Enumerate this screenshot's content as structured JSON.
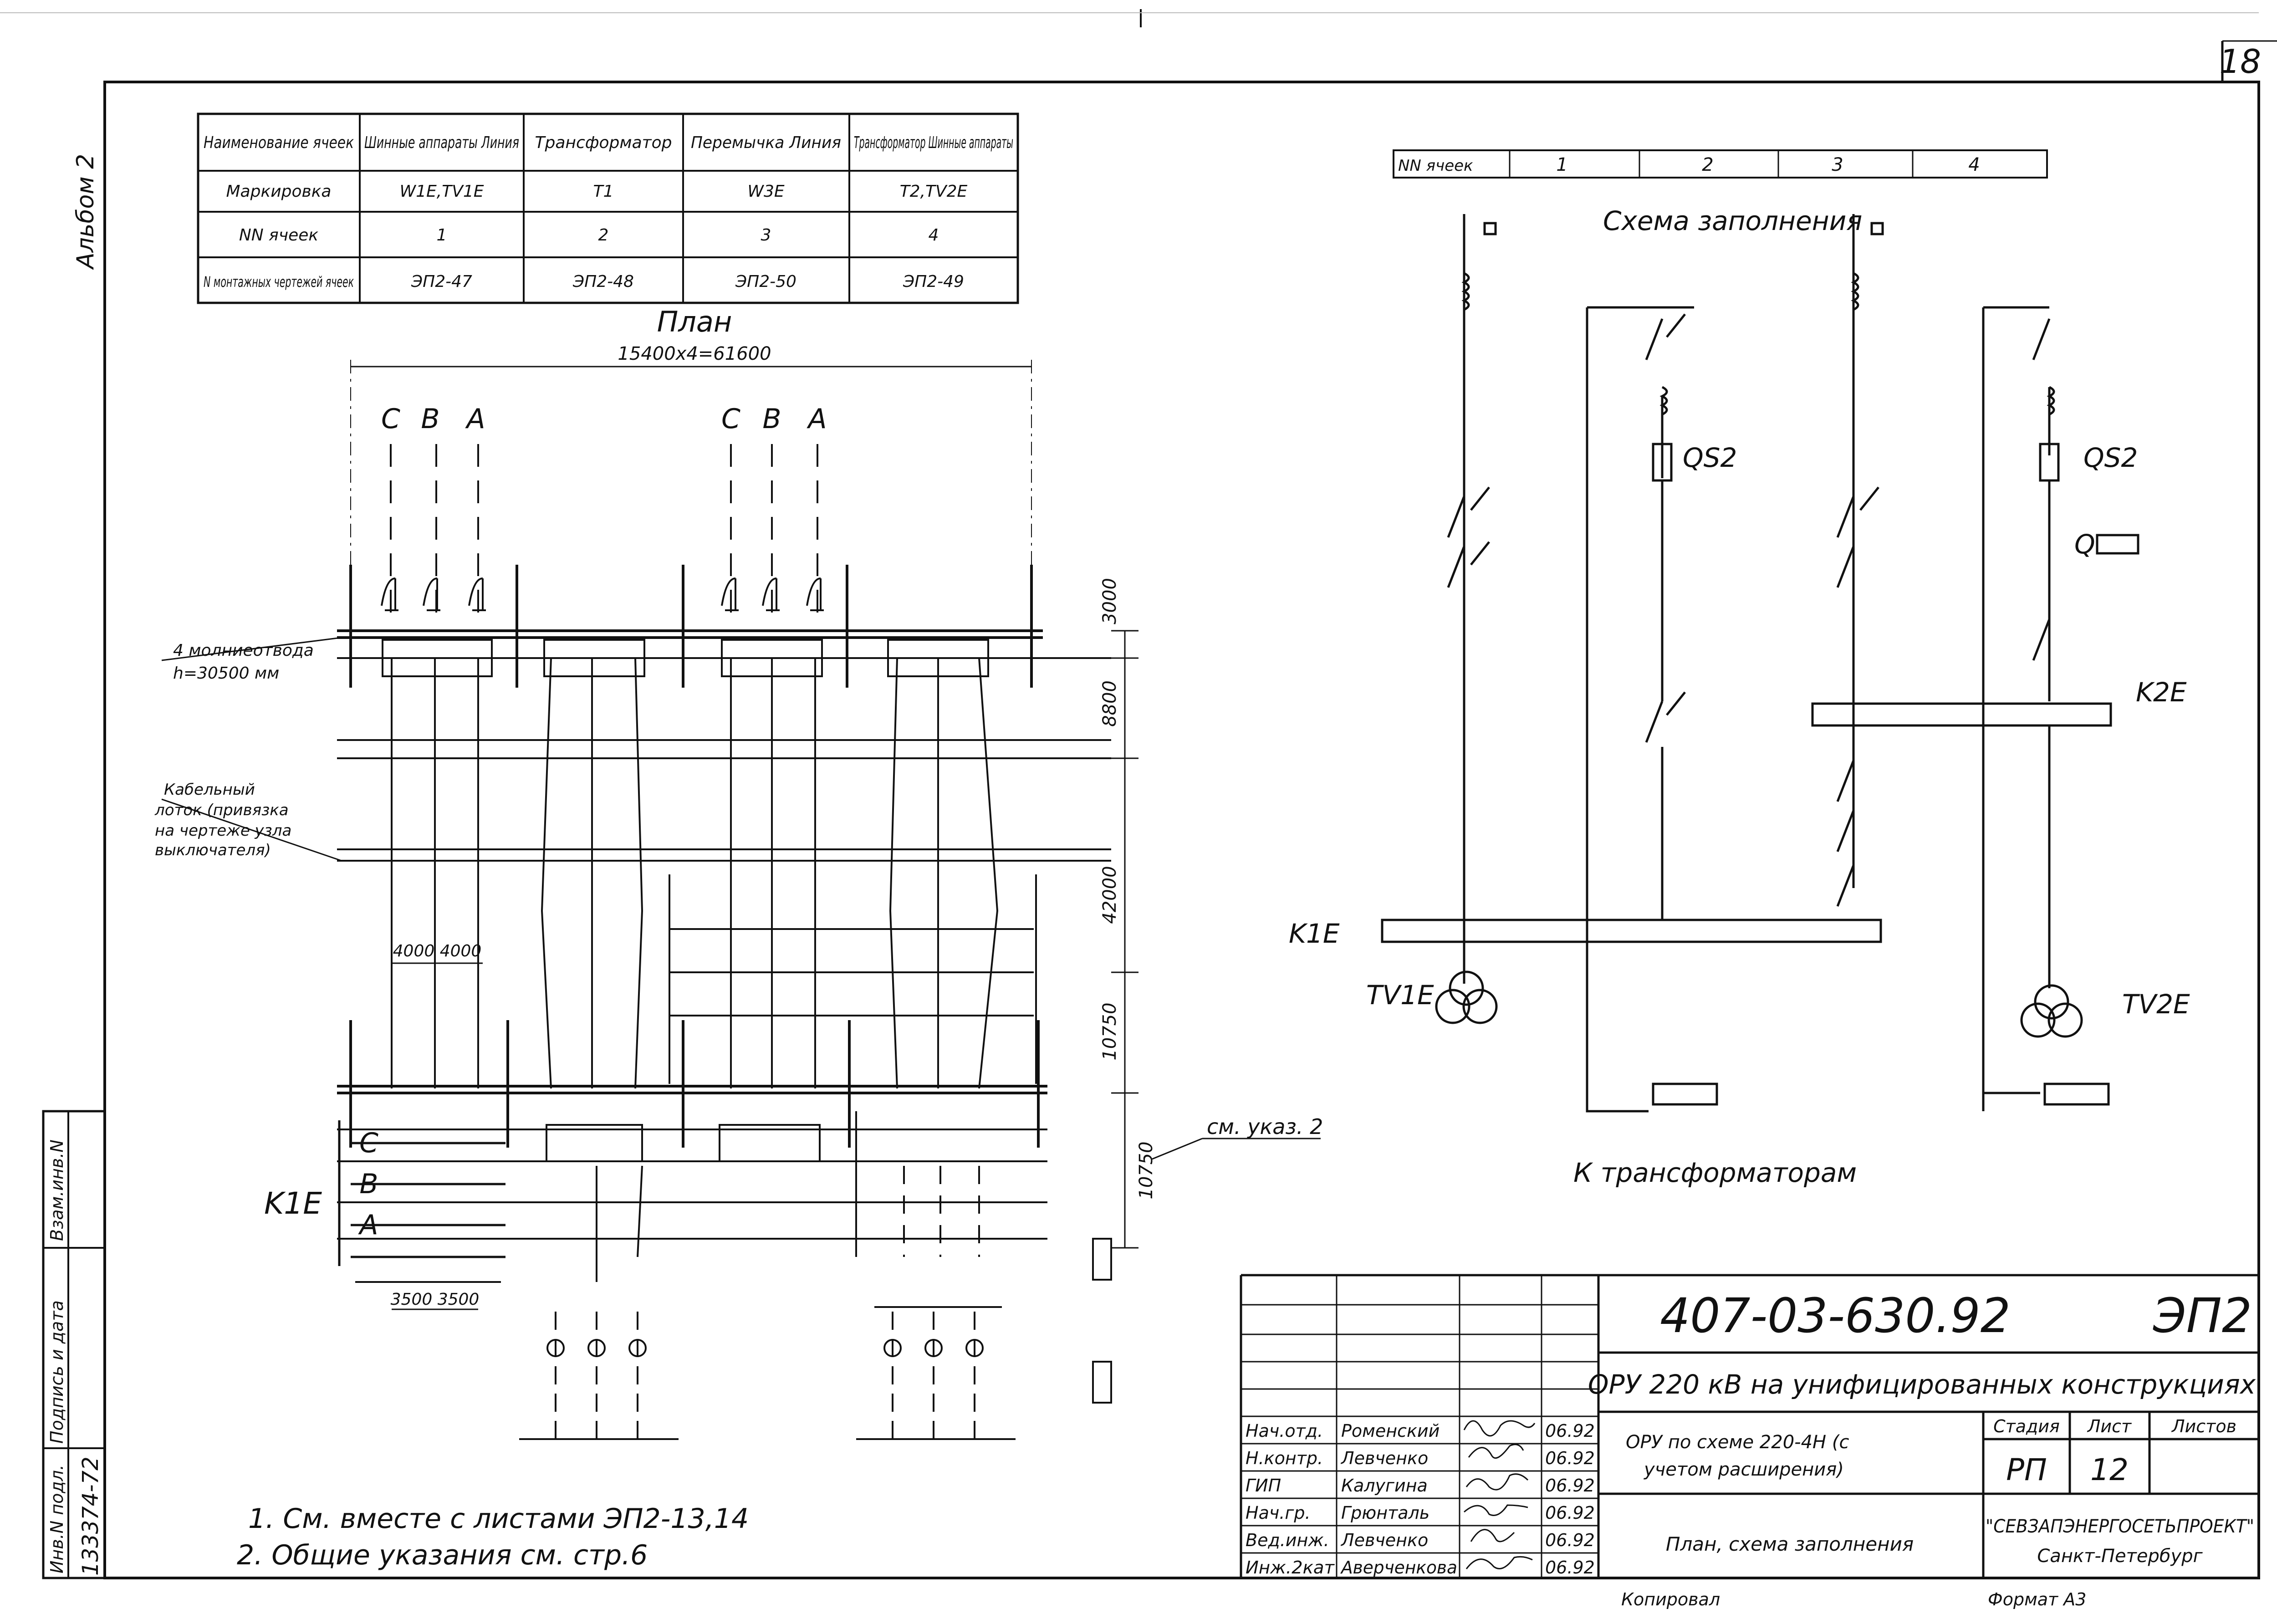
{
  "sheet": {
    "page_number": "18",
    "album": "Альбом 2",
    "copied_by": "Копировал",
    "format": "Формат А3"
  },
  "cell_table": {
    "headers": [
      "Наименование ячеек",
      "Шинные аппараты Линия",
      "Трансформатор",
      "Перемычка Линия",
      "Трансформатор Шинные аппараты"
    ],
    "rows": [
      [
        "Маркировка",
        "W1E,TV1E",
        "T1",
        "W3E",
        "T2,TV2E"
      ],
      [
        "NN ячеек",
        "1",
        "2",
        "3",
        "4"
      ],
      [
        "N монтажных чертежей ячеек",
        "ЭП2-47",
        "ЭП2-48",
        "ЭП2-50",
        "ЭП2-49"
      ]
    ]
  },
  "plan": {
    "title": "План",
    "overall_dim": "15400x4=61600",
    "phases_left": [
      "C",
      "B",
      "A"
    ],
    "phases_right": [
      "C",
      "B",
      "A"
    ],
    "lightning_note_1": "4 молниеотвода",
    "lightning_note_2": "h=30500 мм",
    "cable_note": [
      "Кабельный",
      "лоток (привязка",
      "на чертеже узла",
      "выключателя)"
    ],
    "dims_right": [
      "3000",
      "8800",
      "42000",
      "10750",
      "10750"
    ],
    "dim_4000": "4000 4000",
    "dim_3500": "3500 3500",
    "bus_label": "K1E",
    "bus_phases": [
      "C",
      "B",
      "A"
    ],
    "see_note": "см. указ. 2"
  },
  "fill_scheme": {
    "header_label": "NN ячеек",
    "cells": [
      "1",
      "2",
      "3",
      "4"
    ],
    "title": "Схема заполнения",
    "labels": {
      "qs2_a": "QS2",
      "qs2_b": "QS2",
      "q": "Q",
      "k2e": "K2E",
      "k1e": "K1E",
      "tv1e": "TV1E",
      "tv2e": "TV2E",
      "to_transformers": "К трансформаторам"
    }
  },
  "notes": [
    "1. См. вместе с листами ЭП2-13,14",
    "2. Общие указания см. стр.6"
  ],
  "side_stamp": {
    "inv_orig": "Инв.N подл.",
    "inv_number": "133374-72",
    "sign_date": "Подпись и дата",
    "replace_inv": "Взам.инв.N"
  },
  "title_block": {
    "doc_code": "407-03-630.92",
    "section": "ЭП2",
    "project_title": "ОРУ 220 кВ на унифицированных конструкциях",
    "signers": [
      {
        "role": "Нач.отд.",
        "name": "Роменский",
        "date": "06.92"
      },
      {
        "role": "Н.контр.",
        "name": "Левченко",
        "date": "06.92"
      },
      {
        "role": "ГИП",
        "name": "Калугина",
        "date": "06.92"
      },
      {
        "role": "Нач.гр.",
        "name": "Грюнталь",
        "date": "06.92"
      },
      {
        "role": "Вед.инж.",
        "name": "Левченко",
        "date": "06.92"
      },
      {
        "role": "Инж.2кат",
        "name": "Аверченкова",
        "date": "06.92"
      }
    ],
    "description_1": "ОРУ по схеме 220-4Н (с",
    "description_2": "учетом расширения)",
    "drawing_name": "План, схема заполнения",
    "stage_label": "Стадия",
    "sheet_label": "Лист",
    "sheets_label": "Листов",
    "stage": "РП",
    "sheet": "12",
    "organization": "\"СЕВЗАПЭНЕРГОСЕТЬПРОЕКТ\"",
    "city": "Санкт-Петербург"
  }
}
